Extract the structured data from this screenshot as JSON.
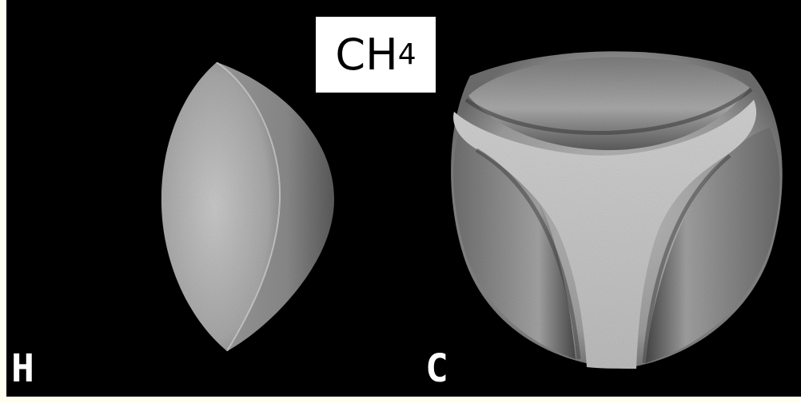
{
  "title": {
    "base": "CH",
    "subscript": "4"
  },
  "labels": {
    "h": "H",
    "c": "C"
  },
  "colors": {
    "background": "#000000",
    "page": "#fffff0",
    "title_box": "#ffffff",
    "label_text": "#ffffff"
  }
}
